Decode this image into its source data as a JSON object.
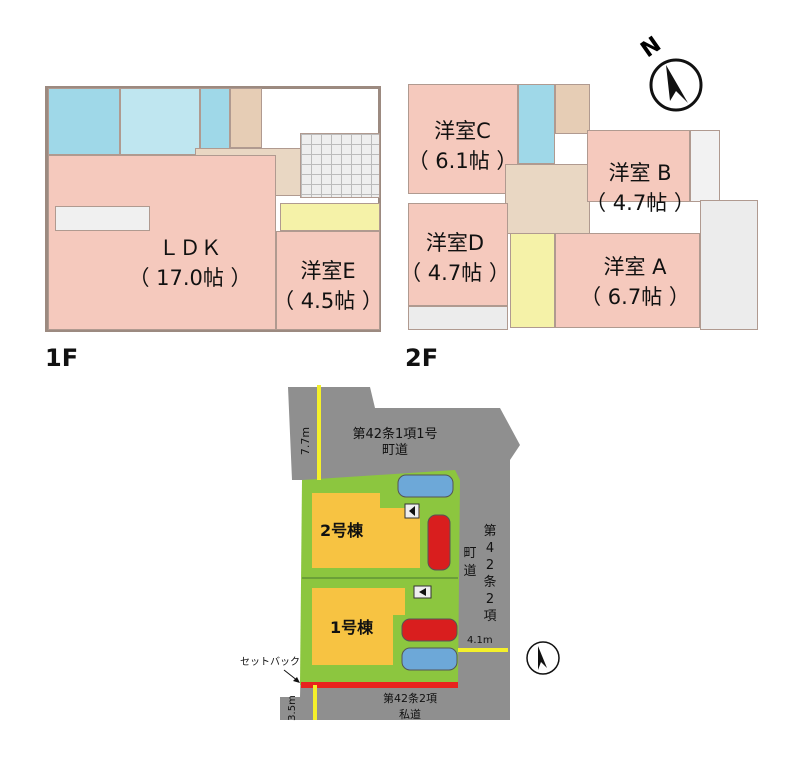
{
  "floor1": {
    "label": "1F",
    "rooms": [
      {
        "name": "ＬＤＫ",
        "size": "（ 17.0帖 ）"
      },
      {
        "name": "洋室E",
        "size": "（ 4.5帖 ）"
      }
    ]
  },
  "floor2": {
    "label": "2F",
    "rooms": [
      {
        "name": "洋室C",
        "size": "（ 6.1帖 ）"
      },
      {
        "name": "洋室 B",
        "size": "（ 4.7帖 ）"
      },
      {
        "name": "洋室D",
        "size": "（ 4.7帖 ）"
      },
      {
        "name": "洋室 A",
        "size": "（ 6.7帖 ）"
      }
    ]
  },
  "compass": {
    "north_label": "N"
  },
  "site": {
    "north_road": {
      "name": "第42条1項1号",
      "type": "町道",
      "width": "7.7m"
    },
    "east_road": {
      "name": "第42条2項",
      "type": "町道",
      "width": "4.1m"
    },
    "south_road": {
      "name": "第42条2項",
      "type": "私道",
      "width": "3.5m"
    },
    "setback_label": "セットバック",
    "buildings": [
      "2号棟",
      "1号棟"
    ]
  },
  "colors": {
    "building": "#f7c342",
    "grass": "#8cc63f",
    "road": "#8f8f8f",
    "setback": "#e8231e"
  }
}
